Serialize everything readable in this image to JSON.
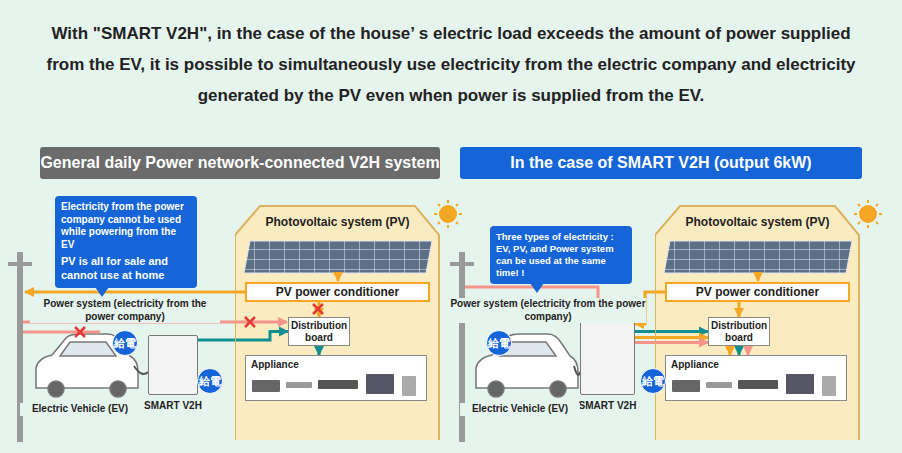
{
  "diagram": {
    "title": "With \"SMART V2H\", in the case of the house’ s electric load exceeds the amount of power supplied from the EV, it is possible to simultaneously use electricity from the electric company and electricity generated by the PV even when power is supplied from the EV.",
    "nodes": [
      {
        "text": [
          "General daily Power network-connected V2H system"
        ]
      },
      {
        "text": [
          "In the case of SMART V2H (output 6kW)"
        ]
      },
      {
        "text": [
          "Electricity from the power company cannot be used while powering from the EV",
          "PV is all for sale and cannot use at home"
        ]
      },
      {
        "text": [
          "Photovoltaic system (PV)"
        ]
      },
      {
        "text": [
          "PV power conditioner"
        ],
        "in": 3
      },
      {
        "text": [
          "Distribution board"
        ],
        "in": 3
      },
      {
        "text": [
          "Appliance"
        ],
        "in": 3
      },
      {
        "text": [
          "給電"
        ]
      },
      {
        "text": [
          "SMART V2H"
        ]
      },
      {
        "text": [
          "給電"
        ]
      },
      {
        "text": [
          "Three types of electricity : EV, PV, and Power system can be used at the same time! !"
        ]
      },
      {
        "text": [
          "Photovoltaic system (PV)"
        ]
      },
      {
        "text": [
          "PV power conditioner"
        ],
        "in": 11
      },
      {
        "text": [
          "Distribution board"
        ],
        "in": 11
      },
      {
        "text": [
          "Appliance"
        ],
        "in": 11
      },
      {
        "text": [
          "給電"
        ]
      },
      {
        "text": [
          "SMART V2H"
        ]
      },
      {
        "text": [
          "給電"
        ]
      }
    ],
    "edges": [
      {
        "from": 8,
        "to": 5,
        "arrow": "to"
      },
      {
        "from": 4,
        "to": 5,
        "arrow": "to"
      },
      {
        "from": 5,
        "to": 6,
        "arrow": "to"
      },
      {
        "from": 16,
        "to": 13,
        "arrow": "to"
      },
      {
        "from": 12,
        "to": 13,
        "arrow": "to"
      },
      {
        "from": 12,
        "to": 16,
        "arrow": "to"
      },
      {
        "from": 13,
        "to": 14,
        "arrow": "to"
      }
    ],
    "labels": [
      "Power system (electricity from the power company)",
      "Electric Vehicle (EV)",
      "Power system (electricity from the power company)",
      "Electric Vehicle (EV)"
    ]
  }
}
